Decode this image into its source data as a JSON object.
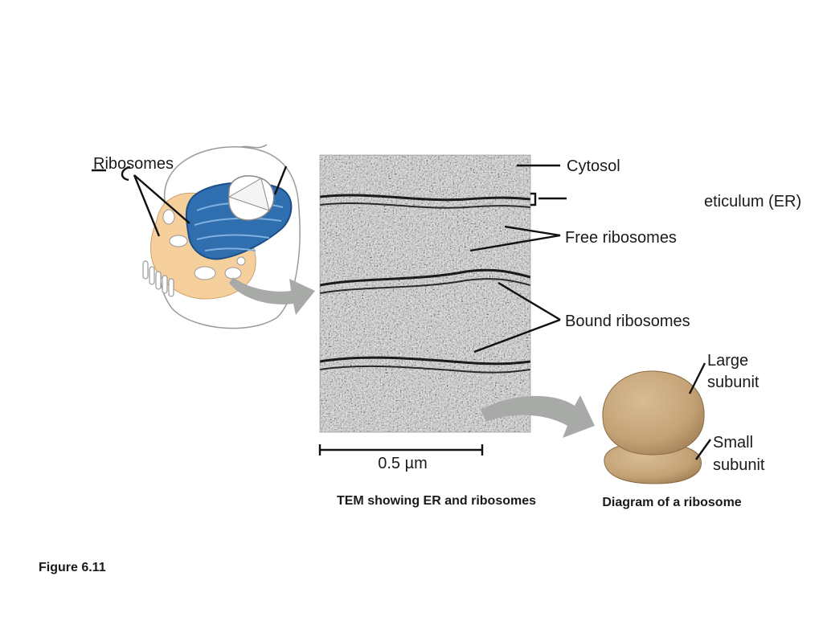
{
  "labels": {
    "ribosomes": "Ribosomes",
    "cytosol": "Cytosol",
    "er": "eticulum (ER)",
    "free_ribosomes": "Free ribosomes",
    "bound_ribosomes": "Bound ribosomes",
    "large_subunit_1": "Large",
    "large_subunit_2": "subunit",
    "small_subunit_1": "Small",
    "small_subunit_2": "subunit",
    "scale": "0.5 µm"
  },
  "captions": {
    "tem": "TEM showing ER and ribosomes",
    "diagram": "Diagram of a ribosome"
  },
  "figure_number": "Figure 6.11",
  "colors": {
    "cell_cytoplasm": "#f5cf9c",
    "er_blue": "#2f6fb0",
    "ribosome_brown": "#c8a77c",
    "arrow_gray": "#a8aaa8"
  }
}
